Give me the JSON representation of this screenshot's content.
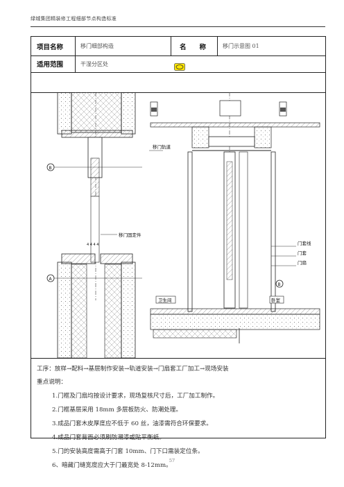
{
  "header": {
    "title": "绿城集团精装修工程细部节点构造标准"
  },
  "table": {
    "project_label": "项目名称",
    "project_value": "移门细部构造",
    "name_label": "名　　称",
    "name_value": "移门示意图 01",
    "scope_label": "适用范围",
    "scope_value": "干湿分区处"
  },
  "drawing": {
    "labels": {
      "sliding_track": "移门轨道",
      "fixing_piece": "移门固定件",
      "door_frame_line": "门套线",
      "door_frame": "门套",
      "door_leaf": "门扇",
      "section_a": "A",
      "section_b": "B",
      "room_left": "卫生间",
      "room_right": "卧室",
      "dims": "4 4 4 4"
    }
  },
  "notes": {
    "process": "工序：放样→配料→基层制作安装→轨道安装→门扇套工厂加工→现场安装",
    "heading": "重点说明：",
    "items": [
      "1.门框及门扇均按设计要求，现场复核尺寸后，工厂加工制作。",
      "2.门框基层采用 18mm 多层板防火、防潮处理。",
      "3.成品门套木皮厚度应不低于 60 丝，油漆需符合环保要求。",
      "4.成品门套背面必须刷防潮漆或贴平衡纸。",
      "5.门的安装高度需高于门套 10mm、门下口需装定位条。",
      "6、暗藏门缝宽度应大于门最宽处 8-12mm。"
    ]
  },
  "footer": {
    "page": "57"
  }
}
